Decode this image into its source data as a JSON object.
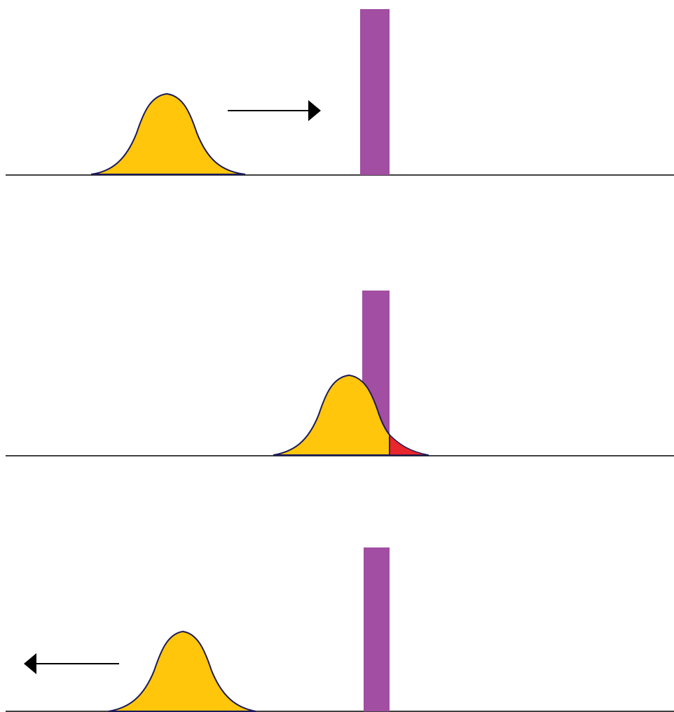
{
  "colors": {
    "background": "#ffffff",
    "baseline": "#000000",
    "packet_fill": "#ffc60b",
    "packet_outline": "#1a1a5a",
    "barrier": "#a24ea2",
    "transmitted": "#e8262b",
    "arrow": "#000000"
  },
  "panels": [
    {
      "stage": "incoming",
      "arrow_direction": "right",
      "arrow_icon": "arrow-right-icon",
      "transmitted_tail": false
    },
    {
      "stage": "interaction",
      "arrow_direction": "none",
      "transmitted_tail": true
    },
    {
      "stage": "reflected",
      "arrow_direction": "left",
      "arrow_icon": "arrow-left-icon",
      "transmitted_tail": false
    }
  ]
}
